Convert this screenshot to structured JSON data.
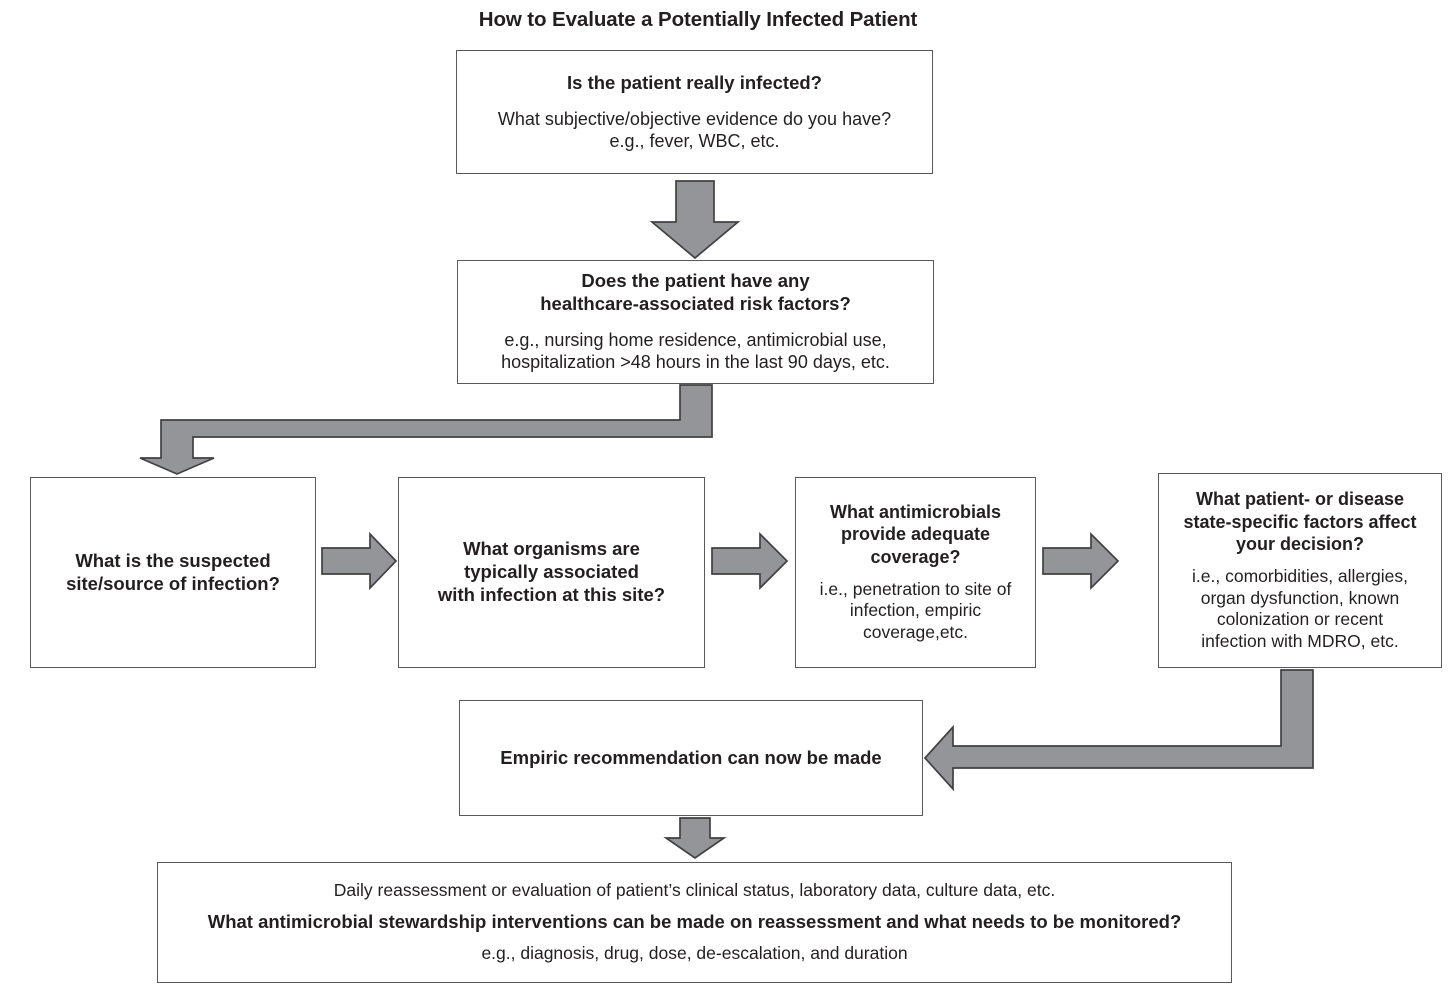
{
  "title": "How to Evaluate a Potentially Infected Patient",
  "theme": {
    "background": "#ffffff",
    "box_border": "#58595b",
    "text": "#231f20",
    "arrow_fill": "#939598",
    "arrow_stroke": "#414042"
  },
  "nodes": {
    "infected": {
      "heading": "Is the patient really infected?",
      "body_line1": "What subjective/objective evidence do you have?",
      "body_line2": "e.g., fever, WBC, etc."
    },
    "risk_factors": {
      "heading_line1": "Does the patient have any",
      "heading_line2": "healthcare-associated risk factors?",
      "body_line1": "e.g., nursing home residence, antimicrobial use,",
      "body_line2": "hospitalization >48 hours in the last 90 days, etc."
    },
    "site": {
      "heading_line1": "What is the suspected",
      "heading_line2": "site/source of infection?"
    },
    "organisms": {
      "heading_line1": "What organisms are",
      "heading_line2": "typically associated",
      "heading_line3": "with infection at this site?"
    },
    "antimicrobials": {
      "heading_line1": "What antimicrobials",
      "heading_line2": "provide adequate",
      "heading_line3": "coverage?",
      "body_line1": "i.e., penetration to site of",
      "body_line2": "infection, empiric",
      "body_line3": "coverage,etc."
    },
    "factors": {
      "heading_line1": "What patient- or disease",
      "heading_line2": "state-specific factors affect",
      "heading_line3": "your decision?",
      "body_line1": "i.e., comorbidities, allergies,",
      "body_line2": "organ dysfunction, known",
      "body_line3": "colonization or recent",
      "body_line4": "infection with MDRO, etc."
    },
    "empiric": {
      "heading": "Empiric recommendation can now be made"
    },
    "reassess": {
      "body_line1": "Daily reassessment or evaluation of patient’s clinical status, laboratory data, culture data, etc.",
      "heading": "What antimicrobial stewardship interventions can be made on reassessment and what needs to be monitored?",
      "body_line2": "e.g., diagnosis, drug, dose, de-escalation, and duration"
    }
  },
  "connectors": [
    {
      "id": "infected-to-riskfactors",
      "kind": "arrow-down",
      "from": "infected",
      "to": "risk_factors"
    },
    {
      "id": "riskfactors-to-site",
      "kind": "elbow-down-left-down",
      "from": "risk_factors",
      "to": "site"
    },
    {
      "id": "site-to-organisms",
      "kind": "arrow-right",
      "from": "site",
      "to": "organisms"
    },
    {
      "id": "organisms-to-antimicrobials",
      "kind": "arrow-right",
      "from": "organisms",
      "to": "antimicrobials"
    },
    {
      "id": "antimicrobials-to-factors",
      "kind": "arrow-right",
      "from": "antimicrobials",
      "to": "factors"
    },
    {
      "id": "factors-to-empiric",
      "kind": "elbow-down-left",
      "from": "factors",
      "to": "empiric"
    },
    {
      "id": "empiric-to-reassess",
      "kind": "arrow-down",
      "from": "empiric",
      "to": "reassess"
    }
  ]
}
